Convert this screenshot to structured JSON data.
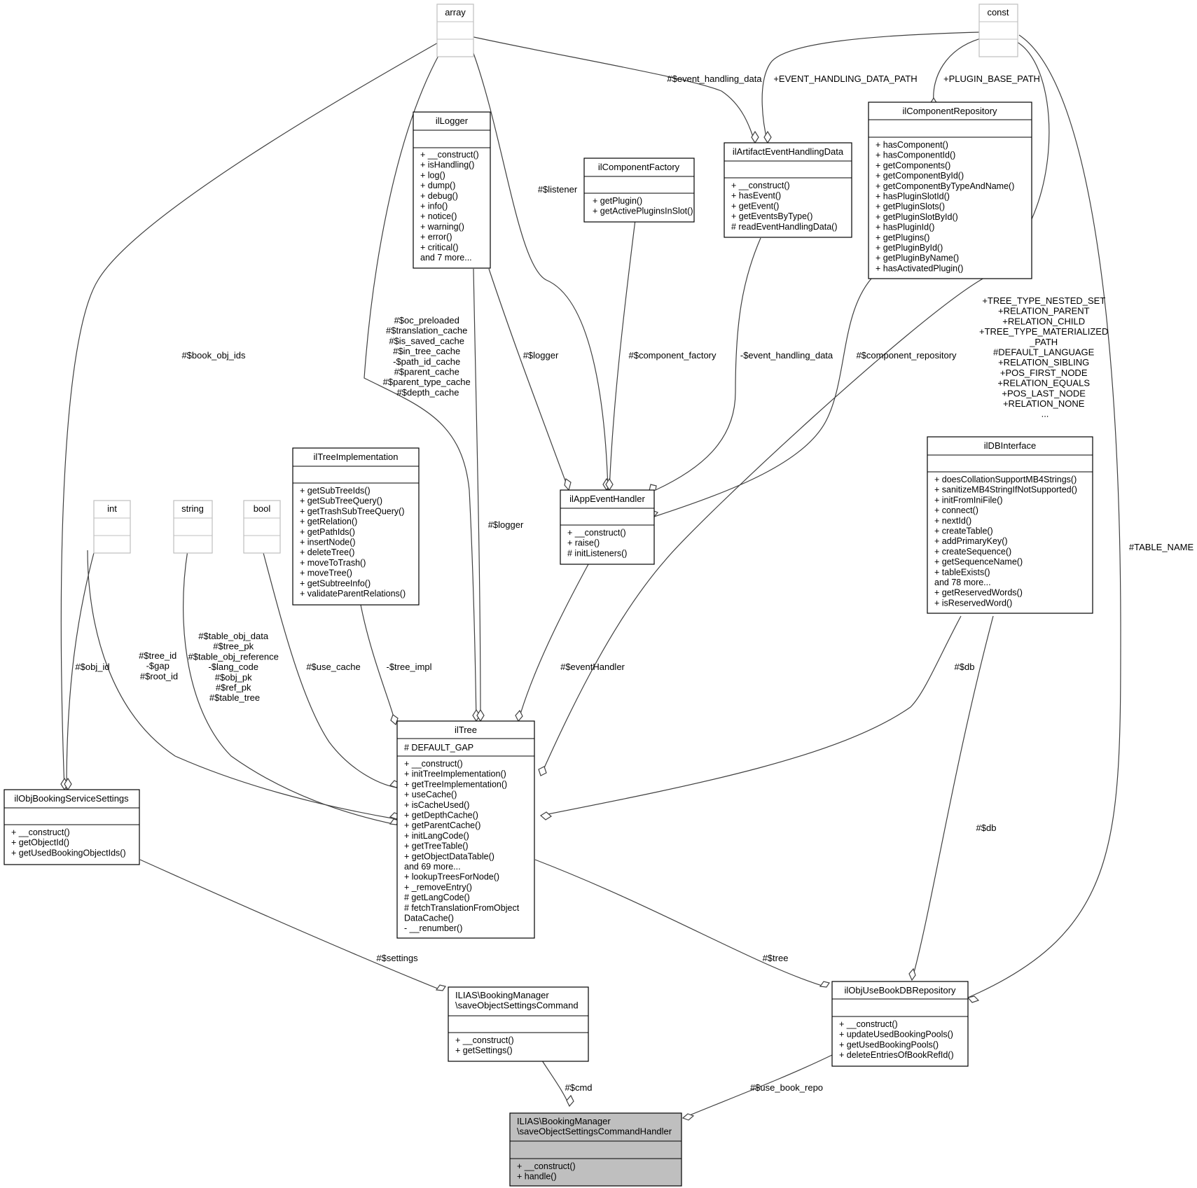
{
  "classes": {
    "array": {
      "name": "array",
      "members": []
    },
    "const": {
      "name": "const",
      "members": []
    },
    "int": {
      "name": "int",
      "members": []
    },
    "string": {
      "name": "string",
      "members": []
    },
    "bool": {
      "name": "bool",
      "members": []
    },
    "ilLogger": {
      "name": "ilLogger",
      "members": [
        "+ __construct()",
        "+ isHandling()",
        "+ log()",
        "+ dump()",
        "+ debug()",
        "+ info()",
        "+ notice()",
        "+ warning()",
        "+ error()",
        "+ critical()",
        "and 7 more..."
      ]
    },
    "ilComponentFactory": {
      "name": "ilComponentFactory",
      "members": [
        "+ getPlugin()",
        "+ getActivePluginsInSlot()"
      ]
    },
    "ilArtifactEventHandlingData": {
      "name": "ilArtifactEventHandlingData",
      "members": [
        "+ __construct()",
        "+ hasEvent()",
        "+ getEvent()",
        "+ getEventsByType()",
        "# readEventHandlingData()"
      ]
    },
    "ilComponentRepository": {
      "name": "ilComponentRepository",
      "members": [
        "+ hasComponent()",
        "+ hasComponentId()",
        "+ getComponents()",
        "+ getComponentById()",
        "+ getComponentByTypeAndName()",
        "+ hasPluginSlotId()",
        "+ getPluginSlots()",
        "+ getPluginSlotById()",
        "+ hasPluginId()",
        "+ getPlugins()",
        "+ getPluginById()",
        "+ getPluginByName()",
        "+ hasActivatedPlugin()"
      ]
    },
    "ilTreeImplementation": {
      "name": "ilTreeImplementation",
      "members": [
        "+ getSubTreeIds()",
        "+ getSubTreeQuery()",
        "+ getTrashSubTreeQuery()",
        "+ getRelation()",
        "+ getPathIds()",
        "+ insertNode()",
        "+ deleteTree()",
        "+ moveToTrash()",
        "+ moveTree()",
        "+ getSubtreeInfo()",
        "+ validateParentRelations()"
      ]
    },
    "ilAppEventHandler": {
      "name": "ilAppEventHandler",
      "members": [
        "+ __construct()",
        "+ raise()",
        "# initListeners()"
      ]
    },
    "ilDBInterface": {
      "name": "ilDBInterface",
      "members": [
        "+ doesCollationSupportMB4Strings()",
        "+ sanitizeMB4StringIfNotSupported()",
        "+ initFromIniFile()",
        "+ connect()",
        "+ nextId()",
        "+ createTable()",
        "+ addPrimaryKey()",
        "+ createSequence()",
        "+ getSequenceName()",
        "+ tableExists()",
        "and 78 more...",
        "+ getReservedWords()",
        "+ isReservedWord()"
      ]
    },
    "ilTree": {
      "name": "ilTree",
      "attributes": [
        "# DEFAULT_GAP"
      ],
      "members": [
        "+ __construct()",
        "+ initTreeImplementation()",
        "+ getTreeImplementation()",
        "+ useCache()",
        "+ isCacheUsed()",
        "+ getDepthCache()",
        "+ getParentCache()",
        "+ initLangCode()",
        "+ getTreeTable()",
        "+ getObjectDataTable()",
        "and 69 more...",
        "+ lookupTreesForNode()",
        "+ _removeEntry()",
        "# getLangCode()",
        "# fetchTranslationFromObject",
        "DataCache()",
        "- __renumber()"
      ]
    },
    "ilObjBookingServiceSettings": {
      "name": "ilObjBookingServiceSettings",
      "members": [
        "+ __construct()",
        "+ getObjectId()",
        "+ getUsedBookingObjectIds()"
      ]
    },
    "saveObjectSettingsCommand": {
      "name_lines": [
        "ILIAS\\BookingManager",
        "\\saveObjectSettingsCommand"
      ],
      "members": [
        "+ __construct()",
        "+ getSettings()"
      ]
    },
    "ilObjUseBookDBRepository": {
      "name": "ilObjUseBookDBRepository",
      "members": [
        "+ __construct()",
        "+ updateUsedBookingPools()",
        "+ getUsedBookingPools()",
        "+ deleteEntriesOfBookRefId()"
      ]
    },
    "saveObjectSettingsCommandHandler": {
      "name_lines": [
        "ILIAS\\BookingManager",
        "\\saveObjectSettingsCommandHandler"
      ],
      "members": [
        "+ __construct()",
        "+ handle()"
      ]
    }
  },
  "edge_labels": {
    "book_obj_ids": [
      "#$book_obj_ids"
    ],
    "event_handling_data": [
      "#$event_handling_data"
    ],
    "event_handling_data_path": [
      "+EVENT_HANDLING_DATA_PATH"
    ],
    "plugin_base_path": [
      "+PLUGIN_BASE_PATH"
    ],
    "listener": [
      "#$listener"
    ],
    "tree_caches": [
      "#$oc_preloaded",
      "#$translation_cache",
      "#$is_saved_cache",
      "#$in_tree_cache",
      "-$path_id_cache",
      "#$parent_cache",
      "#$parent_type_cache",
      "#$depth_cache"
    ],
    "logger_app": [
      "#$logger"
    ],
    "component_factory": [
      "#$component_factory"
    ],
    "private_event_handling_data": [
      "-$event_handling_data"
    ],
    "component_repository": [
      "#$component_repository"
    ],
    "tree_consts": [
      "+TREE_TYPE_NESTED_SET",
      "+RELATION_PARENT",
      "+RELATION_CHILD",
      "+TREE_TYPE_MATERIALIZED",
      "_PATH",
      "#DEFAULT_LANGUAGE",
      "+RELATION_SIBLING",
      "+POS_FIRST_NODE",
      "+RELATION_EQUALS",
      "+POS_LAST_NODE",
      "+RELATION_NONE",
      "..."
    ],
    "table_name": [
      "#TABLE_NAME"
    ],
    "logger_tree": [
      "#$logger"
    ],
    "obj_id": [
      "#$obj_id"
    ],
    "int_attrs": [
      "#$tree_id",
      "-$gap",
      "#$root_id"
    ],
    "string_attrs": [
      "#$table_obj_data",
      "#$tree_pk",
      "#$table_obj_reference",
      "-$lang_code",
      "#$obj_pk",
      "#$ref_pk",
      "#$table_tree"
    ],
    "use_cache": [
      "#$use_cache"
    ],
    "tree_impl": [
      "-$tree_impl"
    ],
    "event_handler": [
      "#$eventHandler"
    ],
    "db_tree": [
      "#$db"
    ],
    "db_repo": [
      "#$db"
    ],
    "settings": [
      "#$settings"
    ],
    "tree_repo": [
      "#$tree"
    ],
    "cmd": [
      "#$cmd"
    ],
    "use_book_repo": [
      "#$use_book_repo"
    ]
  }
}
